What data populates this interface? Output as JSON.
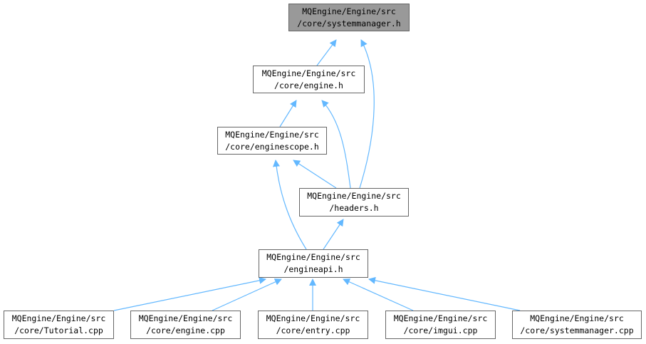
{
  "colors": {
    "edge": "#63b8ff",
    "node_border": "#666666",
    "current_fill": "#999999"
  },
  "nodes": {
    "systemmanager_h": {
      "line1": "MQEngine/Engine/src",
      "line2": "/core/systemmanager.h"
    },
    "engine_h": {
      "line1": "MQEngine/Engine/src",
      "line2": "/core/engine.h"
    },
    "enginescope_h": {
      "line1": "MQEngine/Engine/src",
      "line2": "/core/enginescope.h"
    },
    "headers_h": {
      "line1": "MQEngine/Engine/src",
      "line2": "/headers.h"
    },
    "engineapi_h": {
      "line1": "MQEngine/Engine/src",
      "line2": "/engineapi.h"
    },
    "tutorial_cpp": {
      "line1": "MQEngine/Engine/src",
      "line2": "/core/Tutorial.cpp"
    },
    "engine_cpp": {
      "line1": "MQEngine/Engine/src",
      "line2": "/core/engine.cpp"
    },
    "entry_cpp": {
      "line1": "MQEngine/Engine/src",
      "line2": "/core/entry.cpp"
    },
    "imgui_cpp": {
      "line1": "MQEngine/Engine/src",
      "line2": "/core/imgui.cpp"
    },
    "systemmanager_cpp": {
      "line1": "MQEngine/Engine/src",
      "line2": "/core/systemmanager.cpp"
    }
  }
}
